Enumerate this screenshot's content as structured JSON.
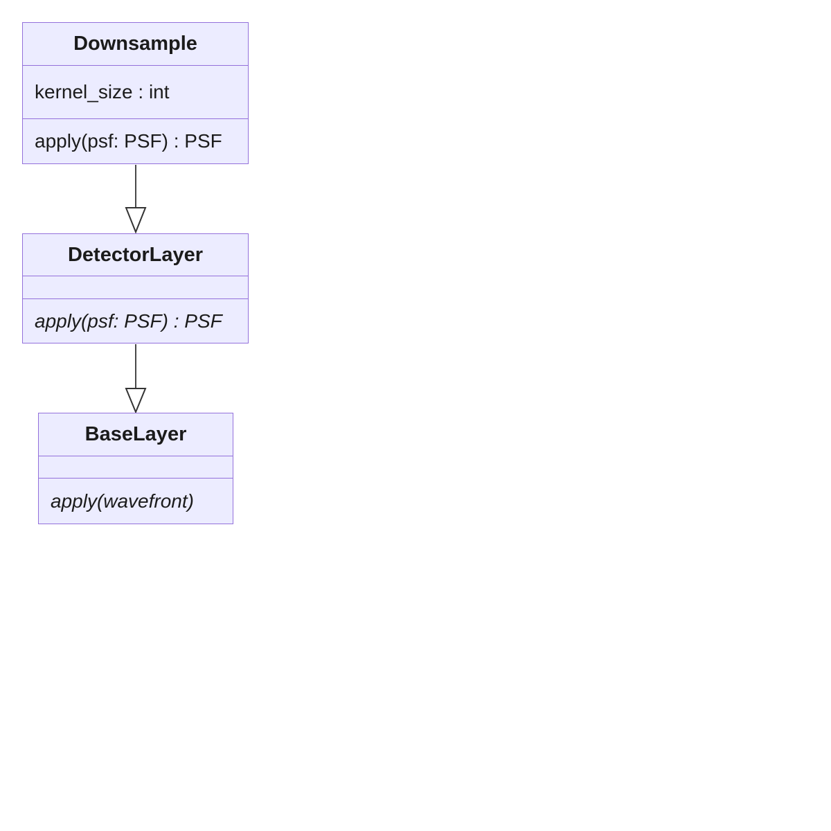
{
  "diagram": {
    "type": "uml-class-diagram",
    "classes": [
      {
        "name": "Downsample",
        "attributes": [
          "kernel_size : int"
        ],
        "methods": [
          {
            "text": "apply(psf: PSF) : PSF",
            "abstract": false
          }
        ]
      },
      {
        "name": "DetectorLayer",
        "attributes": [],
        "methods": [
          {
            "text": "apply(psf: PSF) : PSF",
            "abstract": true
          }
        ]
      },
      {
        "name": "BaseLayer",
        "attributes": [],
        "methods": [
          {
            "text": "apply(wavefront)",
            "abstract": true
          }
        ]
      }
    ],
    "relations": [
      {
        "from": "Downsample",
        "to": "DetectorLayer",
        "type": "inheritance"
      },
      {
        "from": "DetectorLayer",
        "to": "BaseLayer",
        "type": "inheritance"
      }
    ],
    "colors": {
      "box_fill": "#ECECFF",
      "box_border": "#9370DB",
      "text": "#1b1b1b",
      "edge": "#333333",
      "background": "#ffffff"
    }
  }
}
